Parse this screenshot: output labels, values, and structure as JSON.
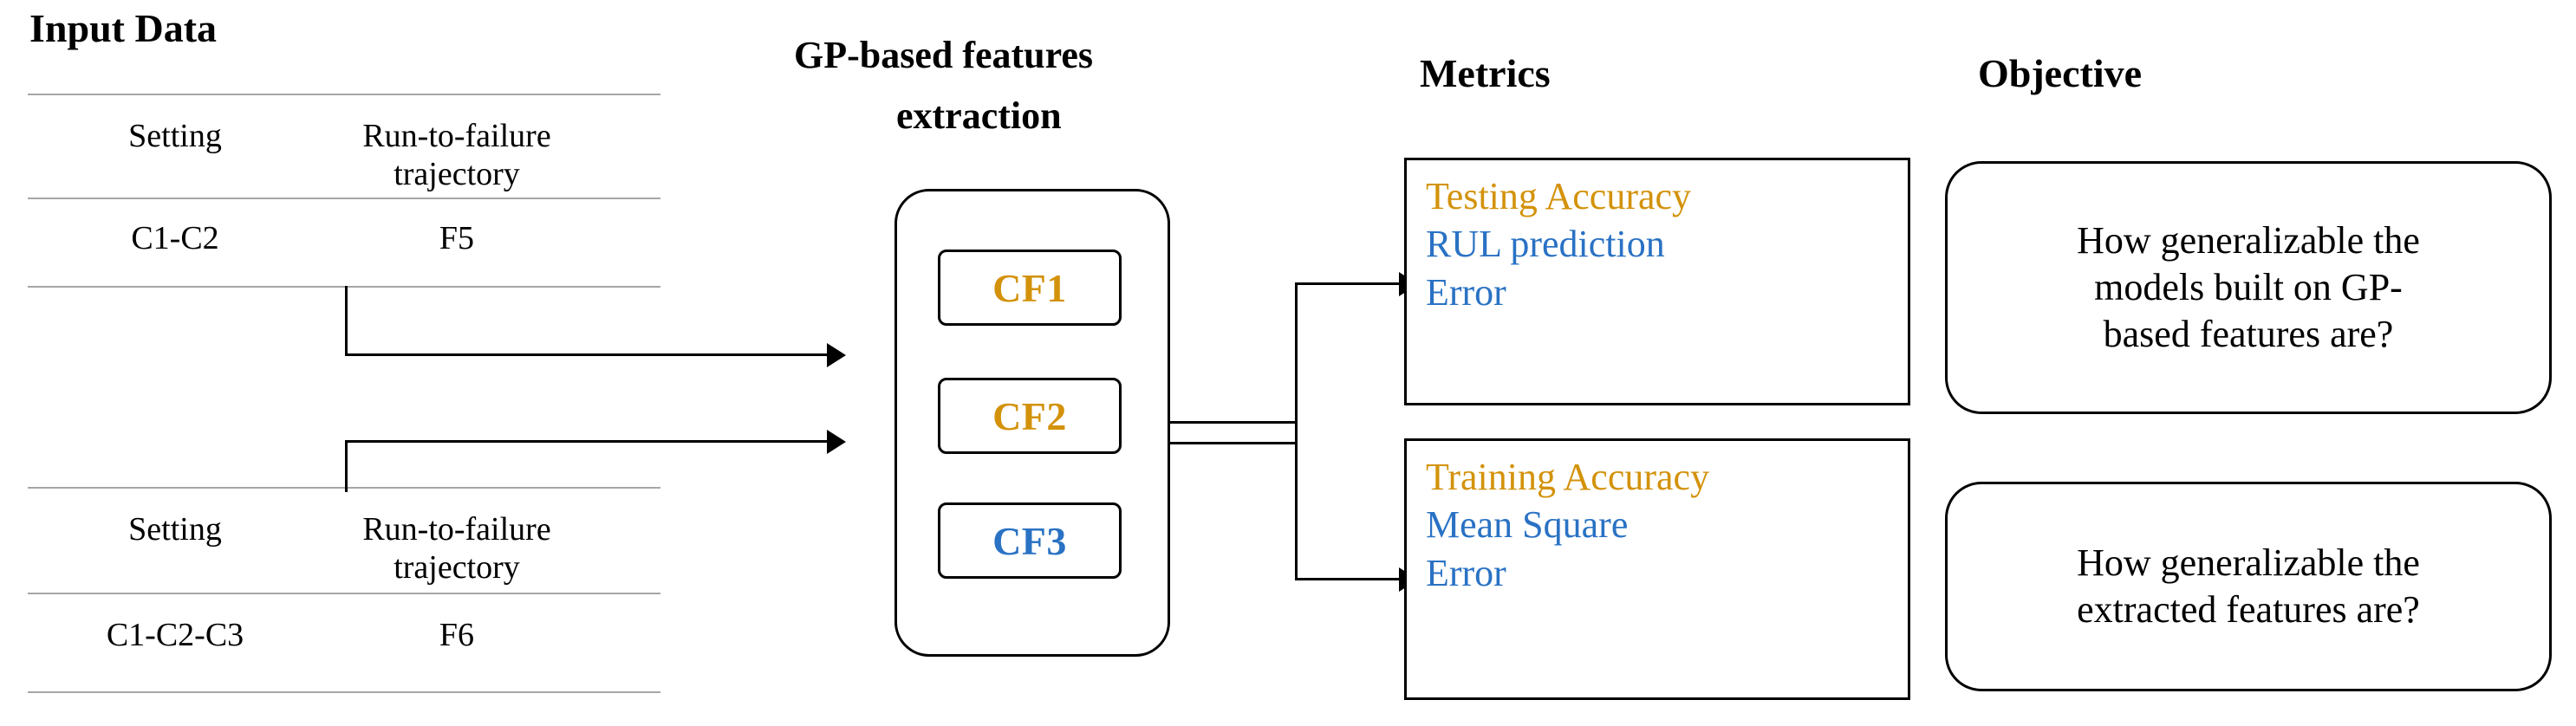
{
  "colors": {
    "gold": "#d3920a",
    "blue": "#2a72c4",
    "line": "#a6a6a6",
    "black": "#000000"
  },
  "sections": {
    "input_data": "Input Data",
    "gp_features_line1": "GP-based features",
    "gp_features_line2": "extraction",
    "metrics": "Metrics",
    "objective": "Objective"
  },
  "tables": [
    {
      "headers": {
        "col1": "Setting",
        "col2_line1": "Run-to-failure",
        "col2_line2": "trajectory"
      },
      "row": {
        "col1": "C1-C2",
        "col2": "F5"
      }
    },
    {
      "headers": {
        "col1": "Setting",
        "col2_line1": "Run-to-failure",
        "col2_line2": "trajectory"
      },
      "row": {
        "col1": "C1-C2-C3",
        "col2": "F6"
      }
    }
  ],
  "features": [
    {
      "label": "CF1",
      "color": "#d3920a"
    },
    {
      "label": "CF2",
      "color": "#d3920a"
    },
    {
      "label": "CF3",
      "color": "#2a72c4"
    }
  ],
  "metrics": [
    {
      "lines": [
        {
          "text": "Testing Accuracy",
          "color": "#d3920a"
        },
        {
          "text": "RUL  prediction",
          "color": "#2a72c4"
        },
        {
          "text": "Error",
          "color": "#2a72c4"
        }
      ]
    },
    {
      "lines": [
        {
          "text": "Training Accuracy",
          "color": "#d3920a"
        },
        {
          "text": "Mean Square",
          "color": "#2a72c4"
        },
        {
          "text": "Error",
          "color": "#2a72c4"
        }
      ]
    }
  ],
  "objectives": [
    {
      "lines": [
        "How generalizable the",
        "models built on GP-",
        "based features are?"
      ]
    },
    {
      "lines": [
        "How generalizable the",
        "extracted features are?"
      ]
    }
  ]
}
